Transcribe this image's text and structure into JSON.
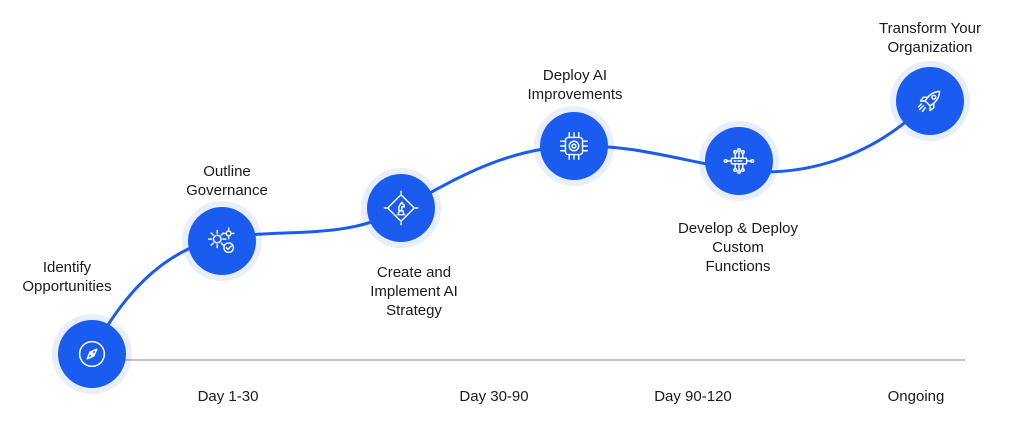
{
  "colors": {
    "accent": "#1a5cf0",
    "baseline": "#9a9a9a",
    "text": "#1a1a1a"
  },
  "milestones": [
    {
      "label": "Identify\nOpportunities",
      "icon": "compass-icon"
    },
    {
      "label": "Outline\nGovernance",
      "icon": "gears-check-icon"
    },
    {
      "label": "Create and\nImplement AI\nStrategy",
      "icon": "chip-chess-knight-icon"
    },
    {
      "label": "Deploy AI\nImprovements",
      "icon": "processor-chip-icon"
    },
    {
      "label": "Develop & Deploy\nCustom\nFunctions",
      "icon": "circuit-node-icon"
    },
    {
      "label": "Transform Your\nOrganization",
      "icon": "rocket-icon"
    }
  ],
  "timeline": [
    {
      "label": "Day 1-30"
    },
    {
      "label": "Day 30-90"
    },
    {
      "label": "Day 90-120"
    },
    {
      "label": "Ongoing"
    }
  ]
}
